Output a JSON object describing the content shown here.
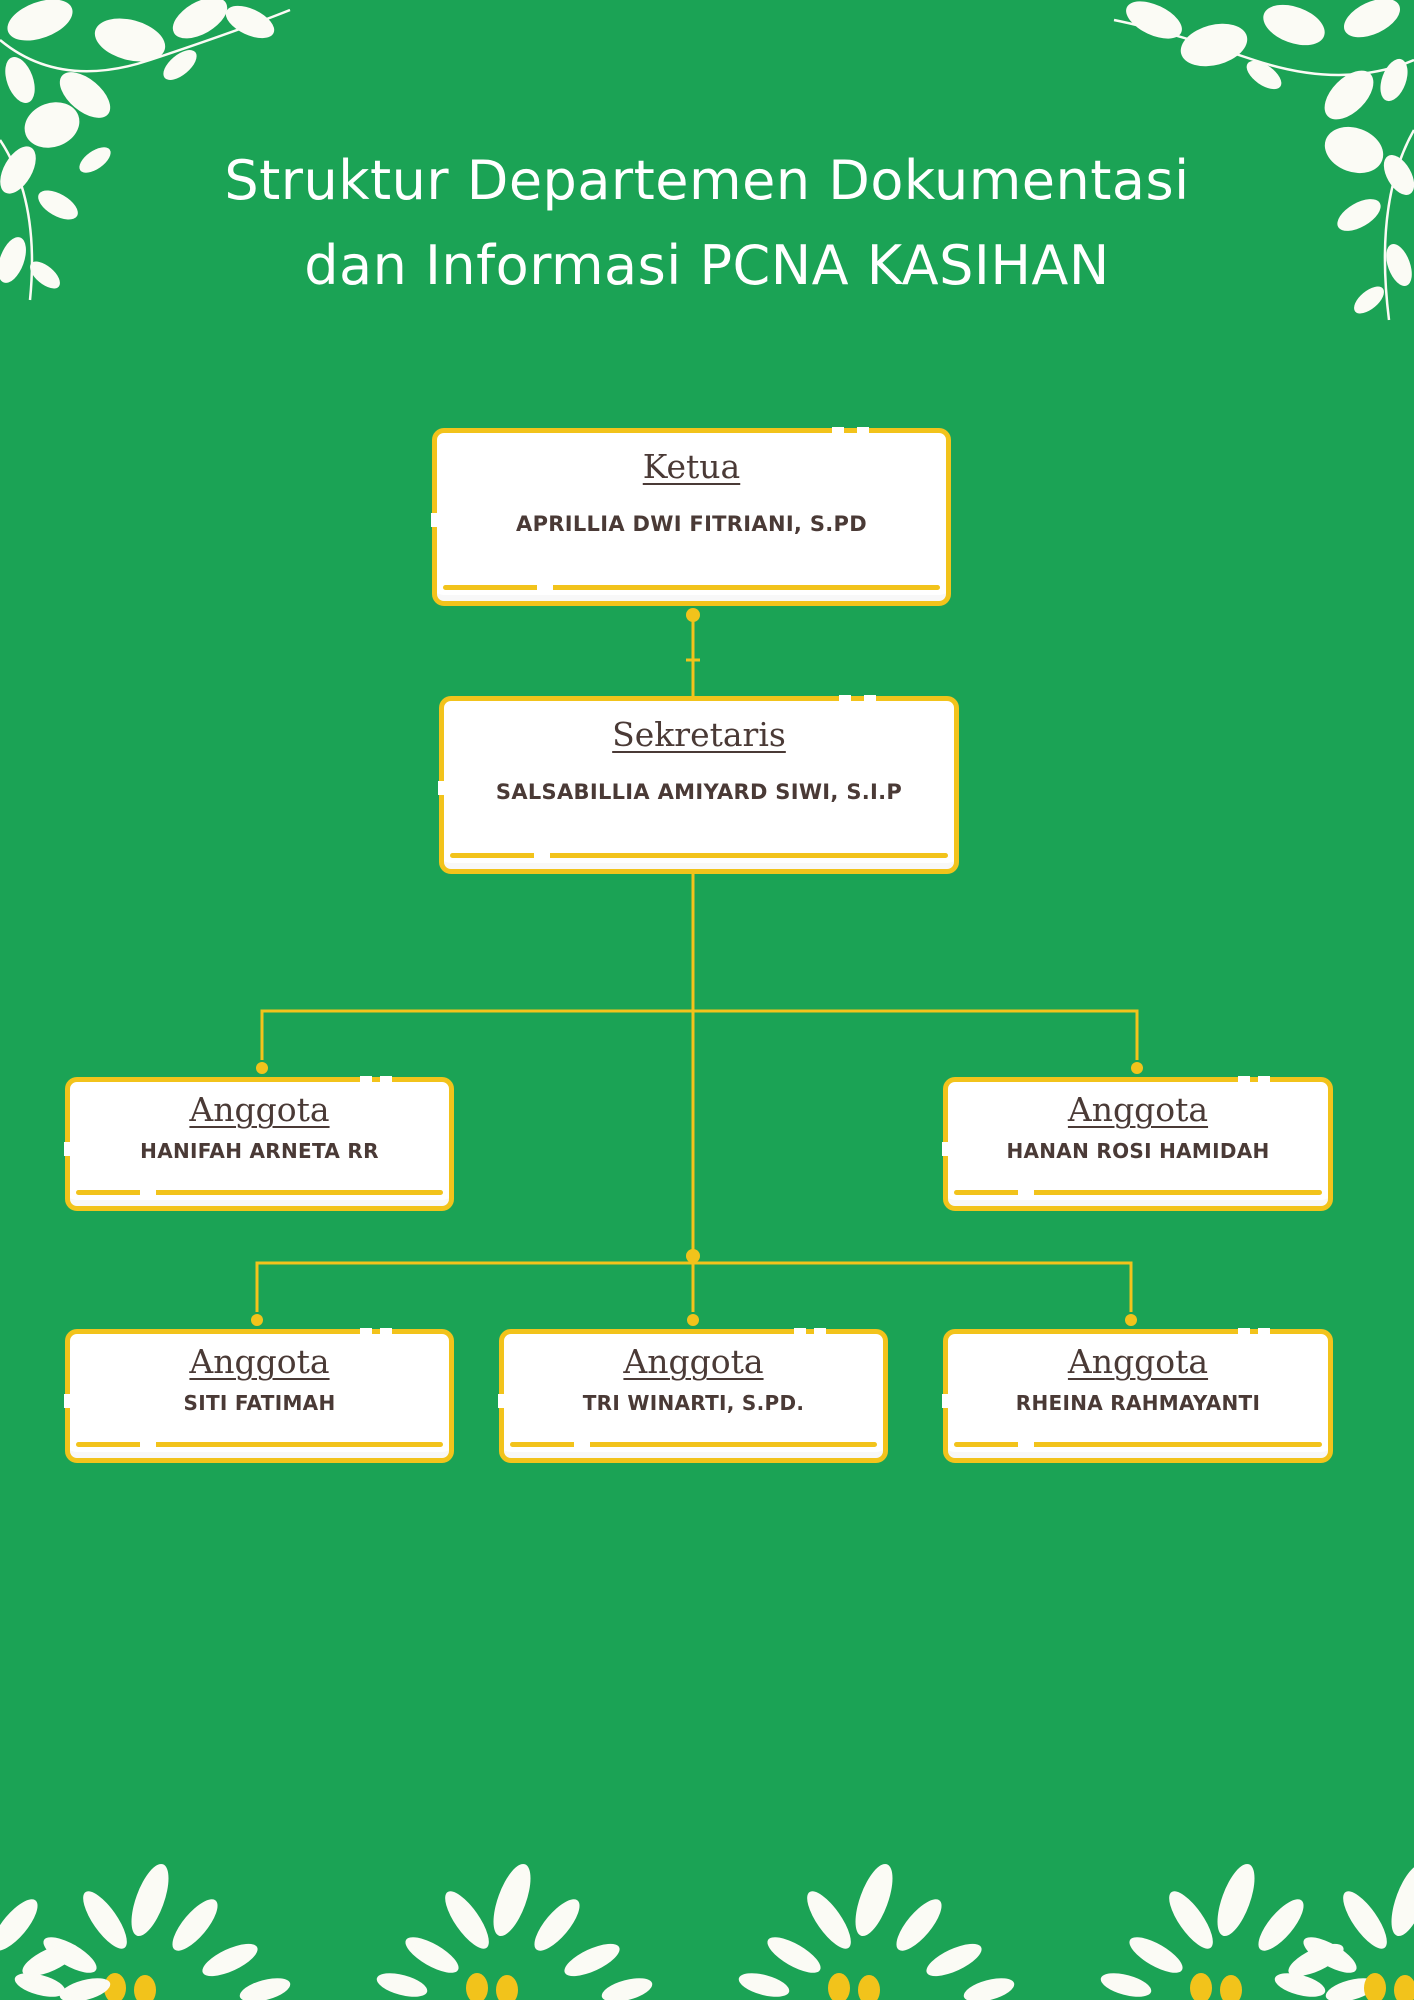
{
  "title": {
    "line1": "Struktur Departemen Dokumentasi",
    "line2": "dan Informasi PCNA KASIHAN"
  },
  "nodes": {
    "ketua": {
      "role": "Ketua",
      "name": "APRILLIA DWI FITRIANI, S.PD"
    },
    "sekretaris": {
      "role": "Sekretaris",
      "name": "SALSABILLIA AMIYARD SIWI, S.I.P"
    },
    "anggota": [
      {
        "role": "Anggota",
        "name": "HANIFAH ARNETA RR"
      },
      {
        "role": "Anggota",
        "name": "HANAN ROSI HAMIDAH"
      },
      {
        "role": "Anggota",
        "name": "SITI FATIMAH"
      },
      {
        "role": "Anggota",
        "name": "TRI WINARTI, S.PD."
      },
      {
        "role": "Anggota",
        "name": "RHEINA RAHMAYANTI"
      }
    ]
  },
  "colors": {
    "background": "#1ba355",
    "card_border": "#f2c31b",
    "connector": "#f2c31b",
    "text": "#4a3a36",
    "leaf": "#ffffff",
    "berry": "#f2c31b"
  },
  "icons": {
    "corner_decoration": "leaf-branch-icon",
    "bottom_decoration": "leaf-and-berry-icon"
  }
}
